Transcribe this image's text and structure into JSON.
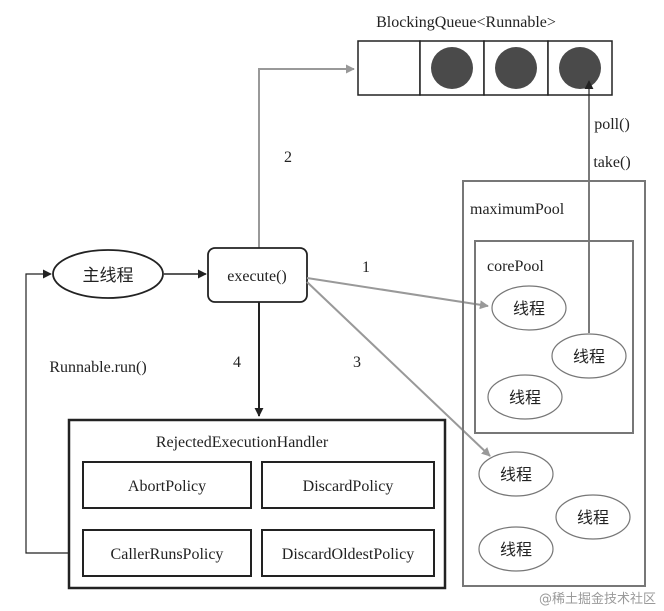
{
  "queue": {
    "label": "BlockingQueue<Runnable>",
    "slots": [
      false,
      true,
      true,
      true
    ],
    "slot_fill": "#4a4a4a"
  },
  "main_thread": {
    "label": "主线程"
  },
  "execute": {
    "label": "execute()"
  },
  "steps": {
    "one": "1",
    "two": "2",
    "three": "3",
    "four": "4"
  },
  "callback_label": "Runnable.run()",
  "poll_label": "poll()",
  "take_label": "take()",
  "maximum_pool": {
    "label": "maximumPool",
    "threads": [
      "线程",
      "线程",
      "线程"
    ]
  },
  "core_pool": {
    "label": "corePool",
    "threads": [
      "线程",
      "线程",
      "线程"
    ]
  },
  "rejected_handler": {
    "label": "RejectedExecutionHandler",
    "policies": [
      "AbortPolicy",
      "DiscardPolicy",
      "CallerRunsPolicy",
      "DiscardOldestPolicy"
    ]
  },
  "watermark": "@稀土掘金技术社区",
  "colors": {
    "gray_arrow": "#999999",
    "gray_box": "#777777",
    "dark": "#222222"
  }
}
